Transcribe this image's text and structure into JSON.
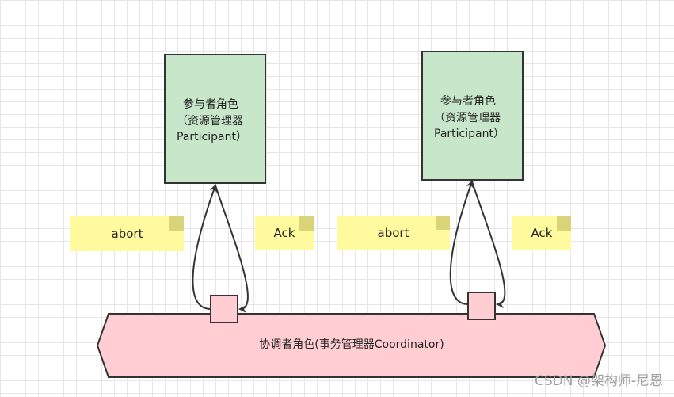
{
  "participant_left": {
    "line1": "参与者角色",
    "line2": "（资源管理器",
    "line3": "Participant）"
  },
  "participant_right": {
    "line1": "参与者角色",
    "line2": "（资源管理器",
    "line3": "Participant）"
  },
  "notes": {
    "abort_left": "abort",
    "ack_left": "Ack",
    "abort_right": "abort",
    "ack_right": "Ack"
  },
  "coordinator": {
    "label": "协调者角色(事务管理器Coordinator)"
  },
  "watermark": "CSDN @架构师-尼恩",
  "colors": {
    "participant_fill": "#c8e6c9",
    "coordinator_fill": "#ffcdd2",
    "note_fill": "#fffa9e",
    "stroke": "#333333"
  }
}
